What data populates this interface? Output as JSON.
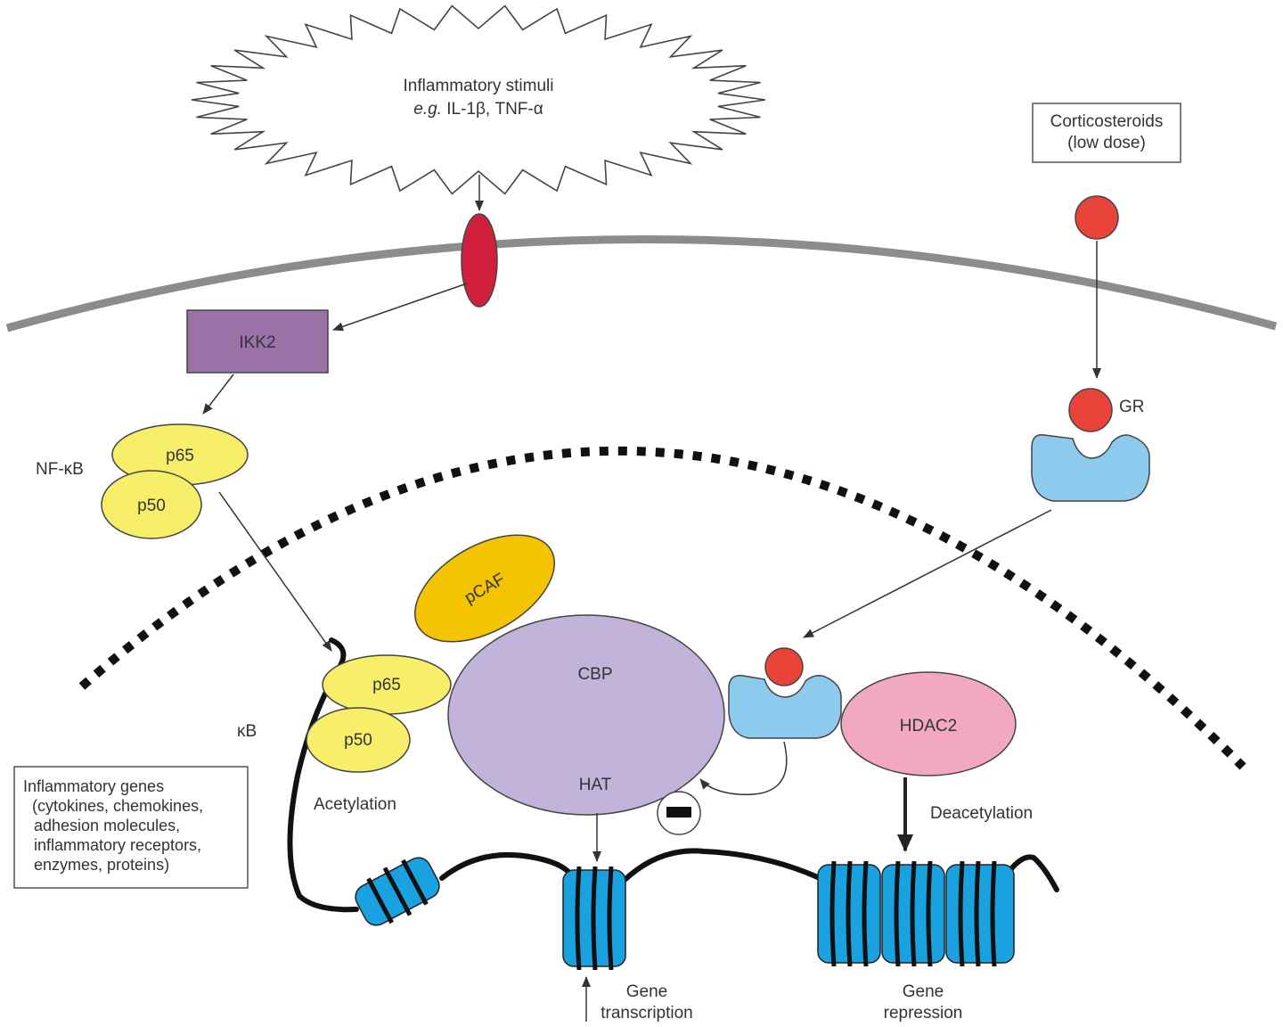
{
  "stimulus": {
    "line1": "Inflammatory stimuli",
    "line2_italic": "e.g.",
    "line2_rest": " IL-1β, TNF-α"
  },
  "steroid_box": {
    "line1": "Corticosteroids",
    "line2": "(low dose)"
  },
  "ikk2": "IKK2",
  "nfkb_label": "NF-κB",
  "p65": "p65",
  "p50": "p50",
  "pcaf": "pCAF",
  "cbp": "CBP",
  "hat": "HAT",
  "gr_label": "GR",
  "hdac2": "HDAC2",
  "kb_label": "κB",
  "acetylation": "Acetylation",
  "deacetylation": "Deacetylation",
  "genes_box": {
    "line1": "Inflammatory genes",
    "line2": "(cytokines, chemokines,",
    "line3": "adhesion molecules,",
    "line4": "inflammatory receptors,",
    "line5": "enzymes, proteins)"
  },
  "gene_transcription": {
    "line1": "Gene",
    "line2": "transcription"
  },
  "gene_repression": {
    "line1": "Gene",
    "line2": "repression"
  },
  "colors": {
    "receptor": "#d11f3e",
    "ikk2": "#9b72a8",
    "nfkb": "#f7ef6a",
    "pcaf": "#f5c400",
    "cbp": "#c1b3d9",
    "gr": "#8ccbee",
    "steroid": "#e8443a",
    "hdac2": "#f2a8c0",
    "nucleosome": "#19a1e0",
    "membrane": "#8c8c8c"
  }
}
